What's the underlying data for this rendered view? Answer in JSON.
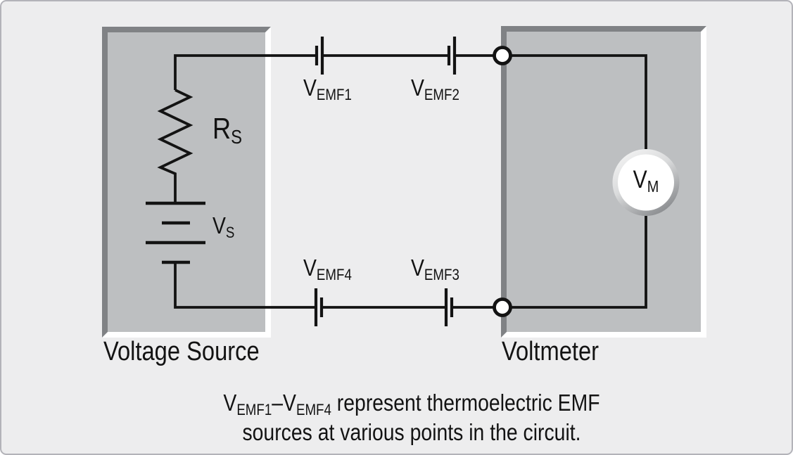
{
  "figure": {
    "background_color": "#ededee",
    "frame_border_color": "#b3b3b9",
    "panel_fill_color": "#bdbfc1",
    "panel_bevel_dark": "#808285",
    "panel_bevel_light": "#ffffff",
    "line_color": "#131313",
    "meter_ring_colors": [
      "#f8f8f8",
      "#dadbdc",
      "#8d8f92"
    ]
  },
  "panels": {
    "voltage_source": {
      "label": "Voltage Source"
    },
    "voltmeter": {
      "label": "Voltmeter"
    }
  },
  "components": {
    "resistor": {
      "main": "R",
      "sub": "S"
    },
    "source": {
      "main": "V",
      "sub": "S"
    },
    "meter": {
      "main": "V",
      "sub": "M"
    },
    "emf1": {
      "main": "V",
      "sub": "EMF1"
    },
    "emf2": {
      "main": "V",
      "sub": "EMF2"
    },
    "emf3": {
      "main": "V",
      "sub": "EMF3"
    },
    "emf4": {
      "main": "V",
      "sub": "EMF4"
    }
  },
  "caption": {
    "v1_main": "V",
    "v1_sub": "EMF1",
    "dash": "–",
    "v2_main": "V",
    "v2_sub": "EMF4",
    "line1_rest": " represent thermoelectric EMF",
    "line2": "sources at various points in the circuit."
  }
}
